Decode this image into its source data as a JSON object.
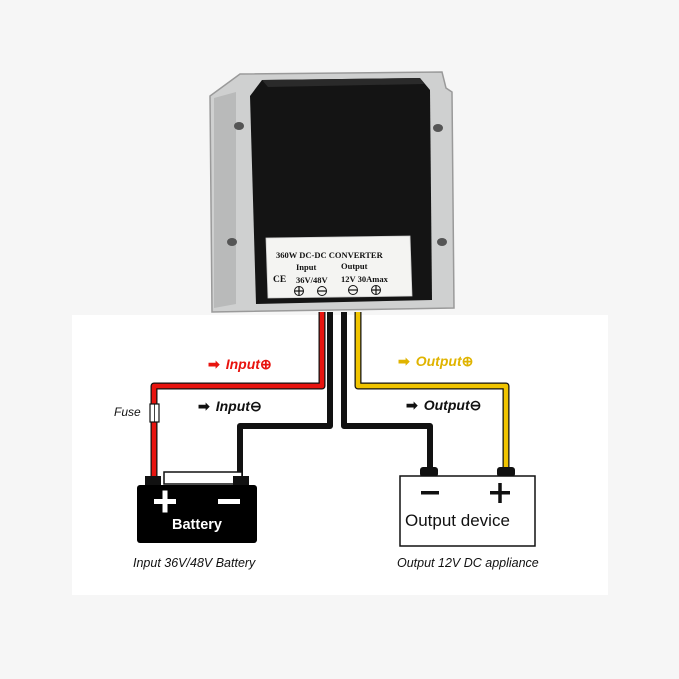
{
  "converter": {
    "title": "360W DC-DC CONVERTER",
    "input_header": "Input",
    "output_header": "Output",
    "ce_mark": "CE",
    "input_voltage": "36V/48V",
    "output_rating": "12V 30Amax"
  },
  "labels": {
    "input_positive": "Input",
    "input_negative": "Input",
    "output_positive": "Output",
    "output_negative": "Output",
    "fuse": "Fuse"
  },
  "battery": {
    "label": "Battery",
    "caption": "Input 36V/48V Battery"
  },
  "output_device": {
    "label": "Output device",
    "caption": "Output 12V DC appliance"
  },
  "colors": {
    "positive_wire": "#e8140f",
    "negative_wire": "#111111",
    "output_wire": "#f0c400",
    "red_label": "#e8140f",
    "yellow_label": "#e0b400"
  }
}
